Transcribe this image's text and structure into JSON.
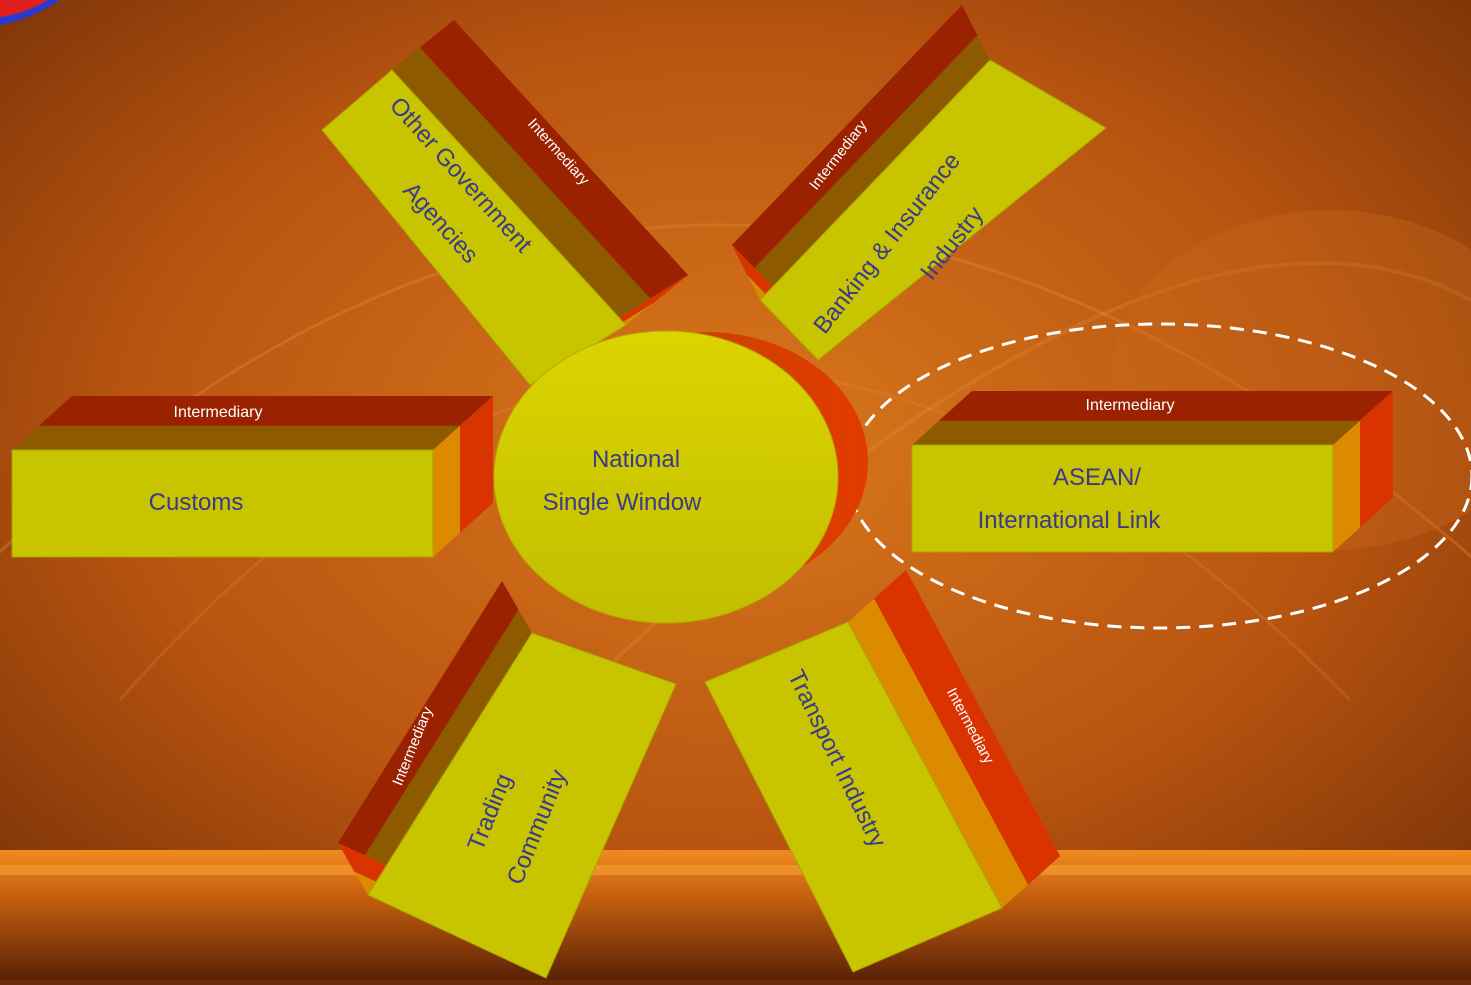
{
  "colors": {
    "face": "#c8c400",
    "top": "#8e5a00",
    "top_dark": "#9b2200",
    "side": "#dc8a00",
    "side_dark": "#d93300",
    "text": "#3a3a8c",
    "band_text": "#ffffff",
    "dash": "#ffffff"
  },
  "center": {
    "line1": "National",
    "line2": "Single Window"
  },
  "nodes": {
    "customs": {
      "band": "Intermediary",
      "line1": "Customs"
    },
    "asean": {
      "band": "Intermediary",
      "line1": "ASEAN/",
      "line2": "International Link"
    },
    "oga": {
      "band": "Intermediary",
      "line1": "Other Government",
      "line2": "Agencies"
    },
    "banking": {
      "band": "Intermediary",
      "line1": "Banking & Insurance",
      "line2": "Industry"
    },
    "trading": {
      "band": "Intermediary",
      "line1": "Trading",
      "line2": "Community"
    },
    "transport": {
      "band": "Intermediary",
      "line1": "Transport Industry"
    }
  }
}
